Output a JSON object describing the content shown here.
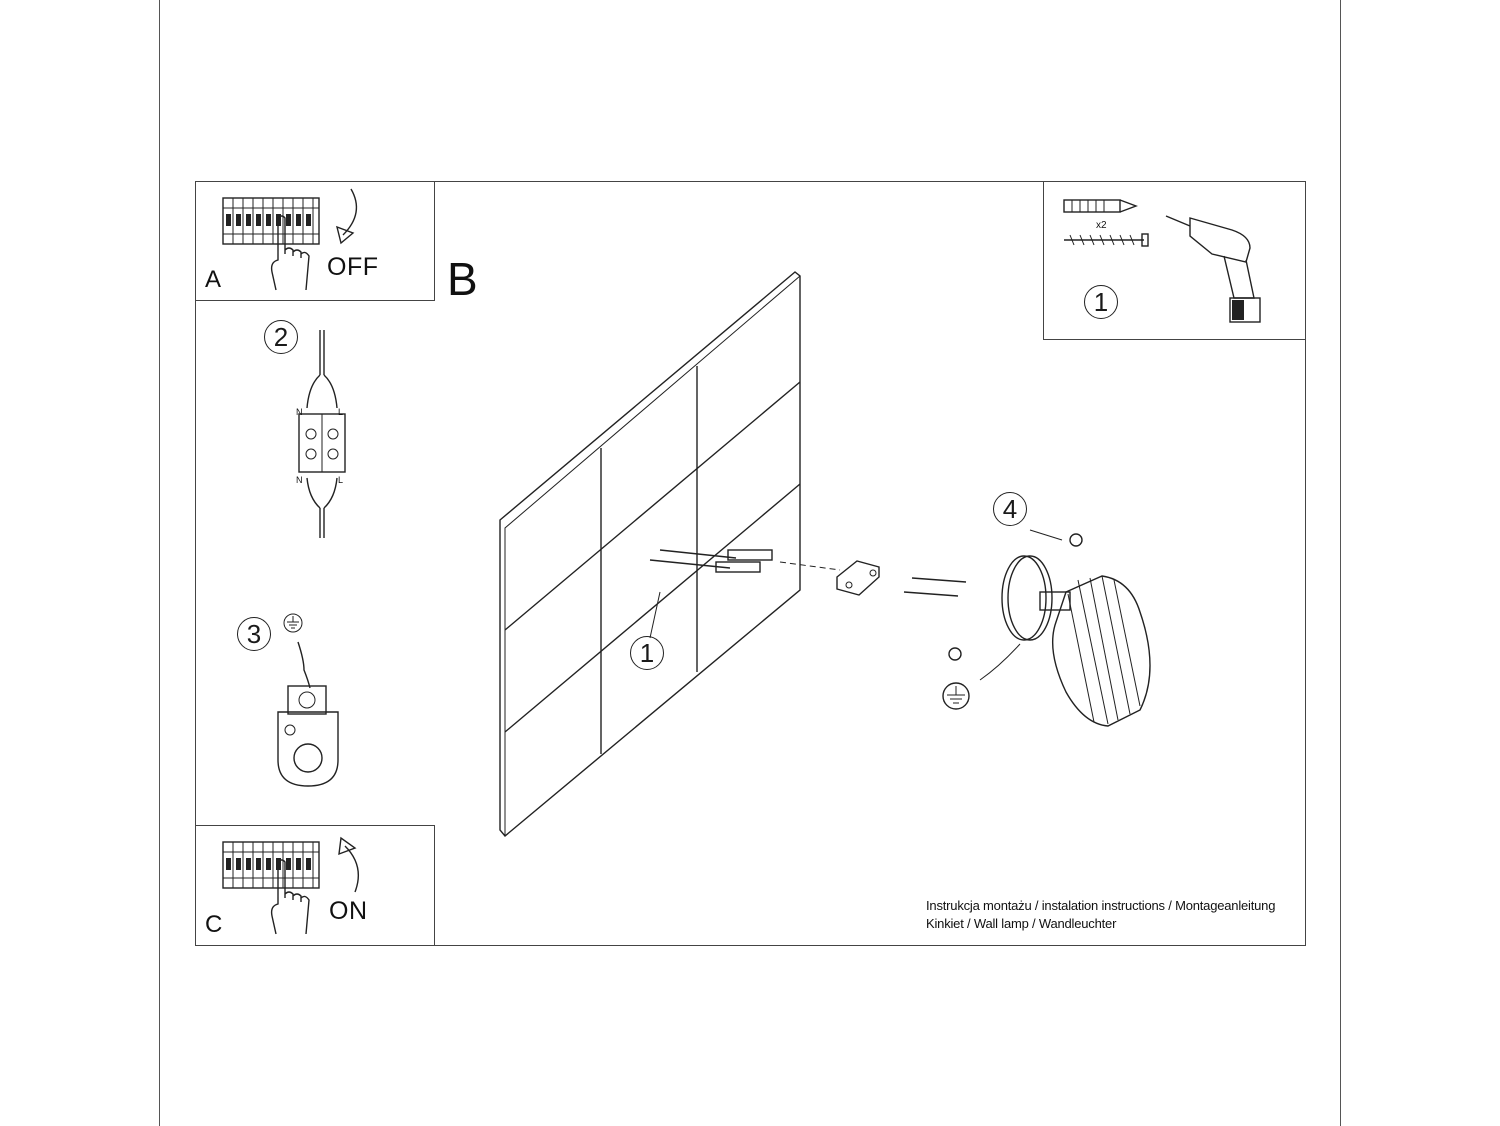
{
  "panels": {
    "a": {
      "letter": "A",
      "action": "OFF"
    },
    "b": {
      "letter": "B"
    },
    "c": {
      "letter": "C",
      "action": "ON"
    }
  },
  "steps": {
    "s1_tools": "1",
    "s2": "2",
    "s3": "3",
    "s1_wall": "1",
    "s4": "4"
  },
  "labels": {
    "multiplier": "x2",
    "neutral": "N",
    "live": "L"
  },
  "caption": {
    "line1": "Instrukcja montażu / instalation instructions / Montageanleitung",
    "line2": "Kinkiet / Wall lamp / Wandleuchter"
  },
  "icons": [
    "breaker-panel-icon",
    "hand-icon",
    "arrow-down-icon",
    "arrow-up-icon",
    "wall-plug-icon",
    "screw-icon",
    "drill-icon",
    "terminal-block-icon",
    "ground-icon",
    "wall-tiles",
    "mounting-bracket",
    "wall-lamp"
  ]
}
